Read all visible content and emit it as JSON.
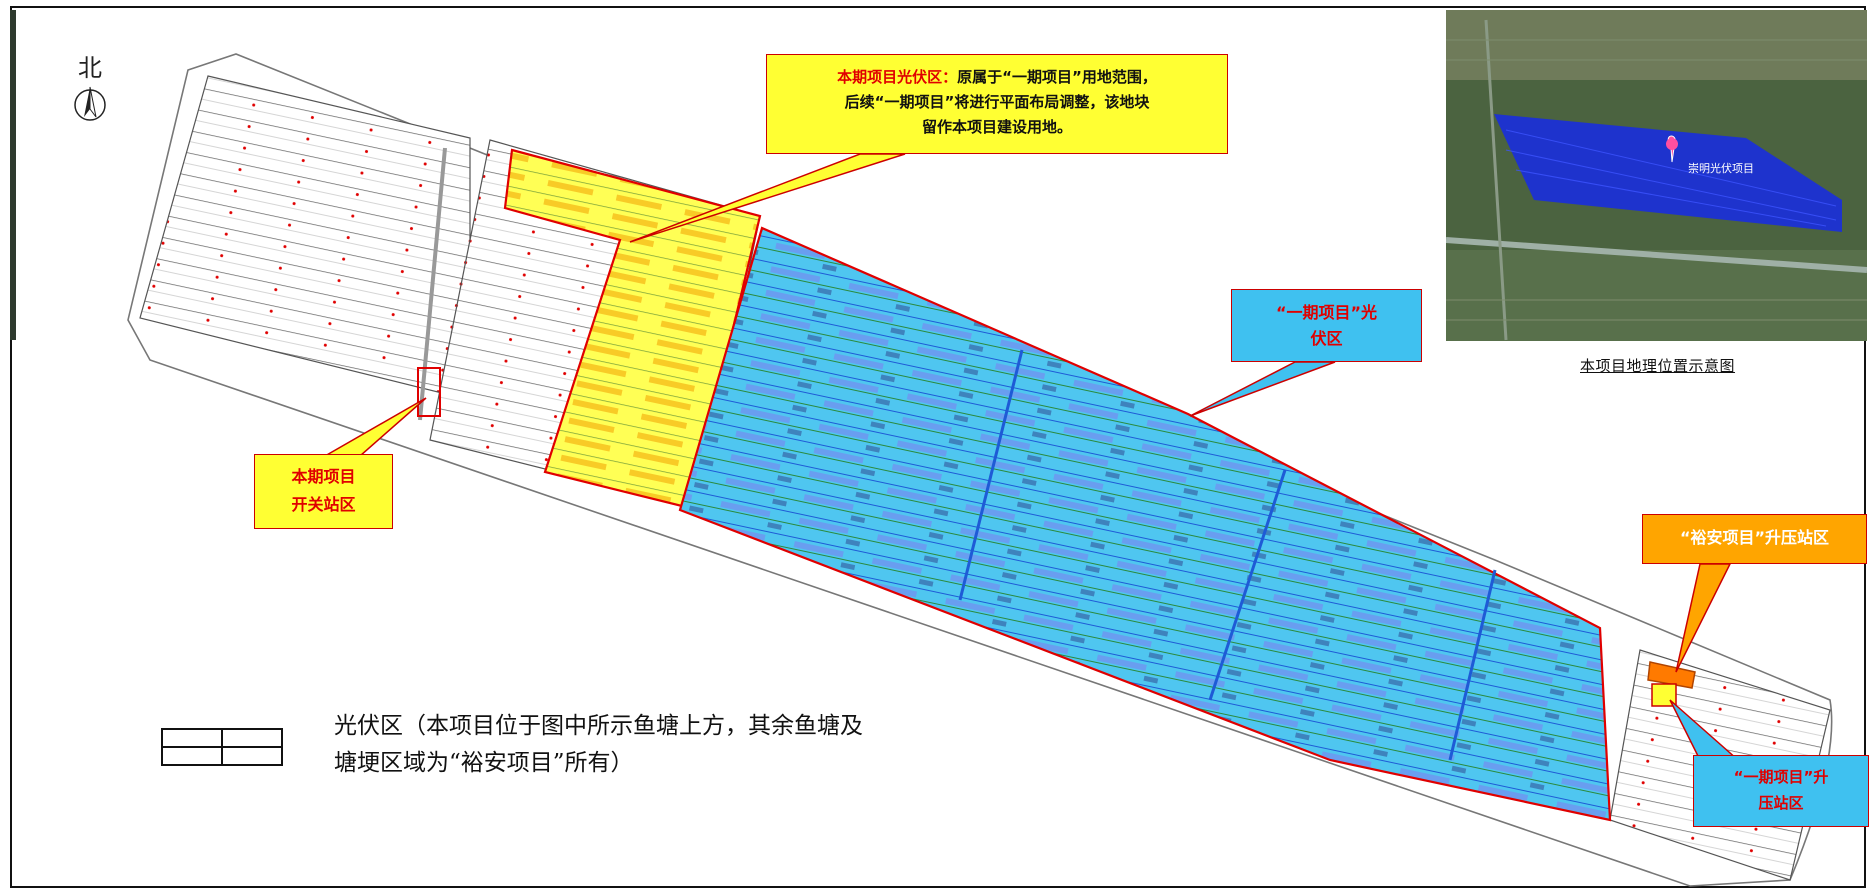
{
  "north": {
    "label": "北"
  },
  "callouts": {
    "pv_current": {
      "title": "本期项目光伏区：",
      "line1": "原属于“一期项目”用地范围，",
      "line2": "后续“一期项目”将进行平面布局调整，该地块",
      "line3": "留作本项目建设用地。"
    },
    "pv_phase1": {
      "line1": "“一期项目”光",
      "line2": "伏区"
    },
    "switch_station": {
      "line1": "本期项目",
      "line2": "开关站区"
    },
    "yuan_boost": {
      "text": "“裕安项目”升压站区"
    },
    "phase1_boost": {
      "line1": "“一期项目”升",
      "line2": "压站区"
    }
  },
  "inset": {
    "marker_label": "崇明光伏项目",
    "caption": "本项目地理位置示意图"
  },
  "legend": {
    "line1": "光伏区（本项目位于图中所示鱼塘上方，其余鱼塘及",
    "line2": "塘埂区域为“裕安项目”所有）"
  },
  "colors": {
    "current_pv_yellow": "#ffff33",
    "phase1_pv_blue": "#3fc1f0",
    "boundary_red": "#e00000",
    "yuan_orange": "#ffa500",
    "inset_project_area": "#1a2fd9"
  }
}
